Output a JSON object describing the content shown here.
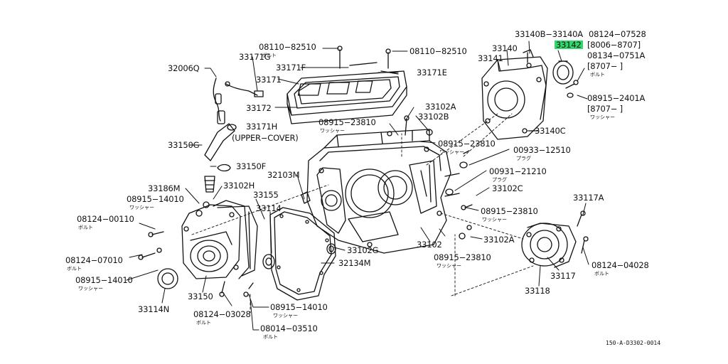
{
  "colors": {
    "ink": "#111111",
    "highlight": "#2fd86a",
    "background": "#ffffff"
  },
  "labels": {
    "p08110_82510_a": "08110−82510",
    "p08110_82510_b": "08110−82510",
    "bolt_a": "ボルト",
    "p32006q": "32006Q",
    "p33171g": "33171G",
    "p33171f": "33171F",
    "p33171e": "33171E",
    "p33171": "33171",
    "p33172": "33172",
    "p33171h": "33171H",
    "upper_cover": "(UPPER−COVER)",
    "p33150g": "33150G",
    "p33150f": "33150F",
    "p33102a_top": "33102A",
    "p33102b": "33102B",
    "p08915_23810_a": "08915−23810",
    "washer_a": "ワッシャー",
    "p08915_23810_b": "08915−23810",
    "washer_b": "ワッシャー",
    "p00933_12510": "00933−12510",
    "plug_a": "プラグ",
    "p00931_21210": "00931−21210",
    "plug_b": "プラグ",
    "p33102c": "33102C",
    "p08915_23810_c": "08915−23810",
    "washer_c": "ワッシャー",
    "p33102a_mid": "33102A",
    "p08915_23810_d": "08915−23810",
    "washer_d": "ワッシャー",
    "p33140b_33140a": "33140B−33140A",
    "p33140": "33140",
    "p33141": "33141",
    "p33142": "33142",
    "p08124_07528": "08124−07528",
    "range_8006_8707": "[8006−8707]",
    "p08134_0751a": "08134−0751A",
    "range_8707_a": "[8707−     ]",
    "bolt_b": "ボルト",
    "p08915_2401a": "08915−2401A",
    "range_8707_b": "[8707−     ]",
    "washer_e": "ワッシャー",
    "p33140c": "33140C",
    "p32103m": "32103M",
    "p33186m": "33186M",
    "p33102h": "33102H",
    "p08915_14010_a": "08915−14010",
    "washer_f": "ワッシャー",
    "p33155": "33155",
    "p33114": "33114",
    "p08124_00110": "08124−00110",
    "bolt_c": "ボルト",
    "p08124_07010": "08124−07010",
    "bolt_d": "ボルト",
    "p08915_14010_b": "08915−14010",
    "washer_g": "ワッシャー",
    "p33114n": "33114N",
    "p33150": "33150",
    "p08124_03028": "08124−03028",
    "bolt_e": "ボルト",
    "p08915_14010_c": "08915−14010",
    "washer_h": "ワッシャー",
    "p08014_03510": "08014−03510",
    "bolt_f": "ボルト",
    "p33102g": "33102G",
    "p32134m": "32134M",
    "p33102": "33102",
    "p33117a": "33117A",
    "p08124_04028": "08124−04028",
    "bolt_g": "ボルト",
    "p33117": "33117",
    "p33118": "33118",
    "diagram_code": "150-A-D3302-0014"
  },
  "highlighted_part": "33142"
}
